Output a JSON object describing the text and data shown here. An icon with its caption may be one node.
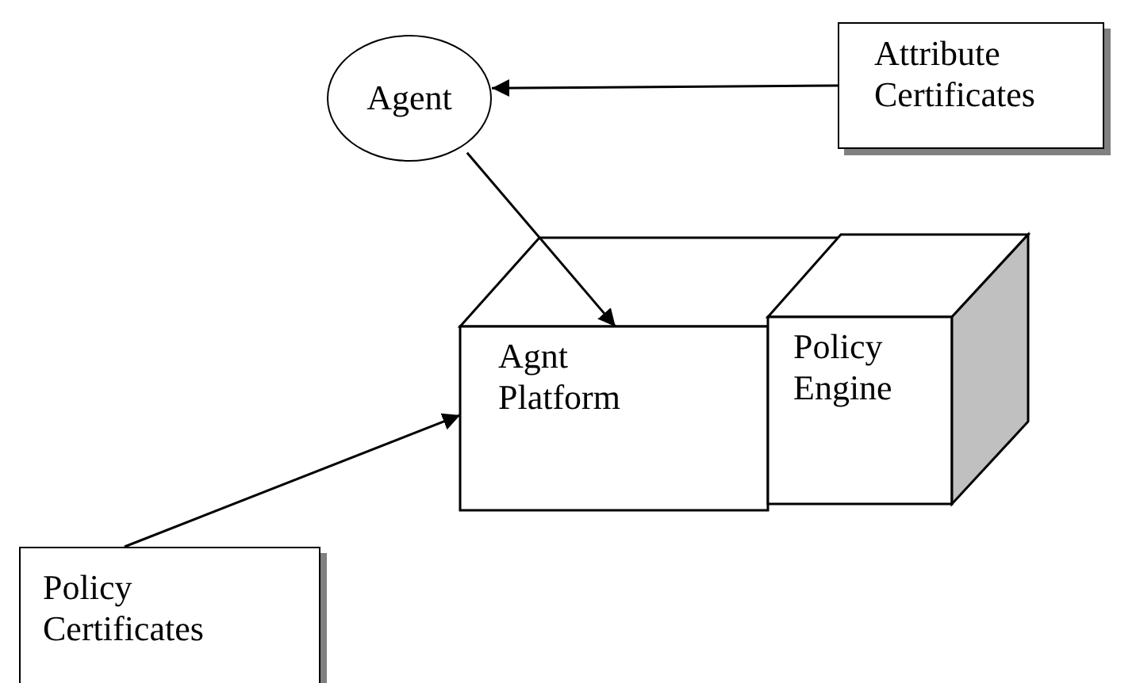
{
  "diagram": {
    "nodes": [
      {
        "text": [
          "Agent"
        ]
      },
      {
        "text": [
          "Attribute Certificates"
        ]
      },
      {
        "text": [
          "Agnt Platform"
        ]
      },
      {
        "text": [
          "Policy Engine"
        ]
      },
      {
        "text": [
          "Policy Certificates"
        ]
      }
    ],
    "edges": [
      {
        "from": 1,
        "to": 0,
        "arrow": "to"
      },
      {
        "from": 0,
        "to": 2,
        "arrow": "to"
      },
      {
        "from": 4,
        "to": 2,
        "arrow": "to"
      }
    ]
  }
}
